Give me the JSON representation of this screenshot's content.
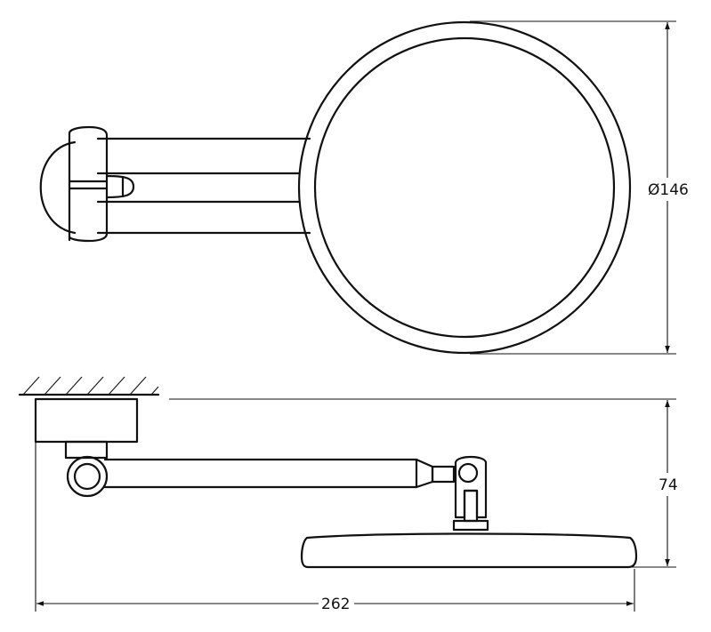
{
  "drawing": {
    "dimensions": {
      "diameter": "Ø146",
      "height": "74",
      "width": "262"
    }
  }
}
